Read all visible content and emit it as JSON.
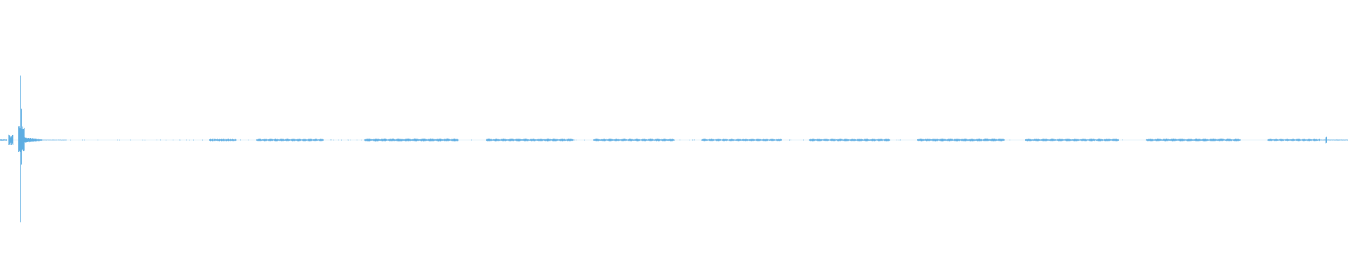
{
  "waveform": {
    "color": "#5DADE2",
    "background": "#ffffff",
    "peak_amplitude": 1.0,
    "bursts": [
      {
        "start": 0.155,
        "end": 0.175,
        "amp": 0.012
      },
      {
        "start": 0.19,
        "end": 0.24,
        "amp": 0.012
      },
      {
        "start": 0.27,
        "end": 0.34,
        "amp": 0.014
      },
      {
        "start": 0.36,
        "end": 0.425,
        "amp": 0.013
      },
      {
        "start": 0.44,
        "end": 0.5,
        "amp": 0.012
      },
      {
        "start": 0.52,
        "end": 0.58,
        "amp": 0.011
      },
      {
        "start": 0.6,
        "end": 0.66,
        "amp": 0.012
      },
      {
        "start": 0.68,
        "end": 0.745,
        "amp": 0.013
      },
      {
        "start": 0.76,
        "end": 0.83,
        "amp": 0.012
      },
      {
        "start": 0.85,
        "end": 0.92,
        "amp": 0.013
      },
      {
        "start": 0.94,
        "end": 0.99,
        "amp": 0.011
      }
    ]
  }
}
